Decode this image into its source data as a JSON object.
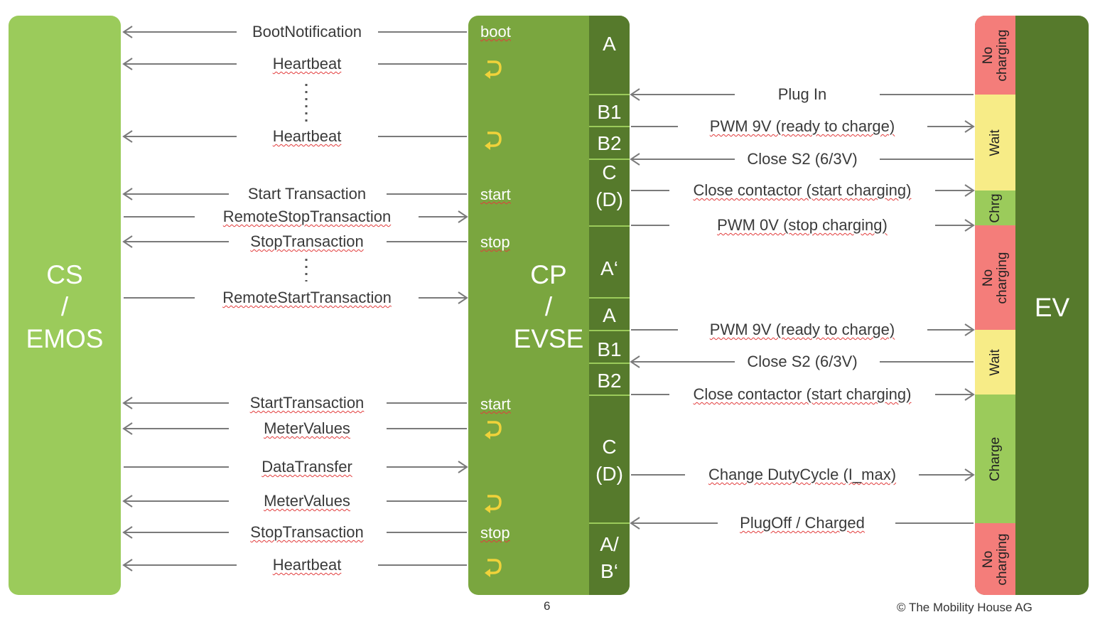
{
  "cs_title": [
    "CS",
    "/",
    "EMOS"
  ],
  "cp_title": [
    "CP",
    "/",
    "EVSE"
  ],
  "ev_title": "EV",
  "cs_messages": [
    {
      "label": "BootNotification",
      "dir": "left",
      "ul": false
    },
    {
      "label": "Heartbeat",
      "dir": "left",
      "ul": true
    },
    {
      "label": "Heartbeat",
      "dir": "left",
      "ul": true
    },
    {
      "label": "Start Transaction",
      "dir": "left",
      "ul": false
    },
    {
      "label": "RemoteStopTransaction",
      "dir": "right",
      "ul": true
    },
    {
      "label": "StopTransaction",
      "dir": "left",
      "ul": true
    },
    {
      "label": "RemoteStartTransaction",
      "dir": "right",
      "ul": true
    },
    {
      "label": "StartTransaction",
      "dir": "left",
      "ul": true
    },
    {
      "label": "MeterValues",
      "dir": "left",
      "ul": true
    },
    {
      "label": "DataTransfer",
      "dir": "right",
      "ul": true
    },
    {
      "label": "MeterValues",
      "dir": "left",
      "ul": true
    },
    {
      "label": "StopTransaction",
      "dir": "left",
      "ul": true
    },
    {
      "label": "Heartbeat",
      "dir": "left",
      "ul": true
    }
  ],
  "cp_markers": [
    "boot",
    "start",
    "stop",
    "start",
    "stop"
  ],
  "cp_states": [
    "A",
    "B1",
    "B2",
    "C\n(D)",
    "A‘",
    "A",
    "B1",
    "B2",
    "C\n(D)",
    "A/\nB‘"
  ],
  "ev_messages": [
    {
      "label": "Plug In",
      "dir": "left",
      "ul": false
    },
    {
      "label": "PWM 9V (ready to charge)",
      "dir": "right",
      "ul": true
    },
    {
      "label": "Close S2 (6/3V)",
      "dir": "left",
      "ul": false
    },
    {
      "label": "Close contactor (start charging)",
      "dir": "right",
      "ul": true
    },
    {
      "label": "PWM 0V (stop charging)",
      "dir": "right",
      "ul": true
    },
    {
      "label": "PWM 9V (ready to charge)",
      "dir": "right",
      "ul": true
    },
    {
      "label": "Close S2 (6/3V)",
      "dir": "left",
      "ul": false
    },
    {
      "label": "Close contactor (start charging)",
      "dir": "right",
      "ul": true
    },
    {
      "label": "Change DutyCycle (I_max)",
      "dir": "right",
      "ul": true
    },
    {
      "label": "PlugOff / Charged",
      "dir": "left",
      "ul": true
    }
  ],
  "ev_states": [
    {
      "label": "No\ncharging",
      "color": "#f47d7a"
    },
    {
      "label": "Wait",
      "color": "#f7ec87"
    },
    {
      "label": "Chrg",
      "color": "#9bcb5b"
    },
    {
      "label": "No\ncharging",
      "color": "#f47d7a"
    },
    {
      "label": "Wait",
      "color": "#f7ec87"
    },
    {
      "label": "Charge",
      "color": "#9bcb5b"
    },
    {
      "label": "No\ncharging",
      "color": "#f47d7a"
    }
  ],
  "footer": {
    "page": "6",
    "copyright": "© The Mobility House AG"
  }
}
